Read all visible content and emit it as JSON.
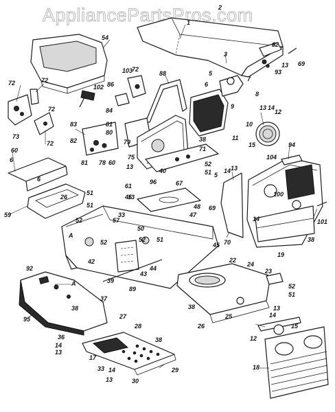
{
  "watermark": "AppliancePartsPros.com",
  "callouts": [
    {
      "id": "c1",
      "text": "1"
    },
    {
      "id": "c2",
      "text": "2"
    },
    {
      "id": "c3",
      "text": "3"
    },
    {
      "id": "c5a",
      "text": "5"
    },
    {
      "id": "c6a",
      "text": "6"
    },
    {
      "id": "c7",
      "text": "7"
    },
    {
      "id": "c8",
      "text": "8"
    },
    {
      "id": "c9",
      "text": "9"
    },
    {
      "id": "c62",
      "text": "62"
    },
    {
      "id": "c13a",
      "text": "13"
    },
    {
      "id": "c93",
      "text": "93"
    },
    {
      "id": "c69",
      "text": "69"
    },
    {
      "id": "c54",
      "text": "54"
    },
    {
      "id": "c88",
      "text": "88"
    },
    {
      "id": "c103",
      "text": "103"
    },
    {
      "id": "c72a",
      "text": "72"
    },
    {
      "id": "c86",
      "text": "86"
    },
    {
      "id": "c102",
      "text": "102"
    },
    {
      "id": "c72b",
      "text": "72"
    },
    {
      "id": "c72c",
      "text": "72"
    },
    {
      "id": "c73",
      "text": "73"
    },
    {
      "id": "c72d",
      "text": "72"
    },
    {
      "id": "c72e",
      "text": "72"
    },
    {
      "id": "c84",
      "text": "84"
    },
    {
      "id": "c83",
      "text": "83"
    },
    {
      "id": "c81a",
      "text": "81"
    },
    {
      "id": "c80",
      "text": "80"
    },
    {
      "id": "c82",
      "text": "82"
    },
    {
      "id": "c79",
      "text": "79"
    },
    {
      "id": "c81b",
      "text": "81"
    },
    {
      "id": "c78",
      "text": "78"
    },
    {
      "id": "c60b",
      "text": "60"
    },
    {
      "id": "c60",
      "text": "60"
    },
    {
      "id": "c6b",
      "text": "6"
    },
    {
      "id": "c6c",
      "text": "6"
    },
    {
      "id": "c26a",
      "text": "26"
    },
    {
      "id": "c51a",
      "text": "51"
    },
    {
      "id": "c59",
      "text": "59"
    },
    {
      "id": "c51b",
      "text": "51"
    },
    {
      "id": "c13b",
      "text": "13"
    },
    {
      "id": "c14a",
      "text": "14"
    },
    {
      "id": "c12a",
      "text": "12"
    },
    {
      "id": "c10",
      "text": "10"
    },
    {
      "id": "c11",
      "text": "11"
    },
    {
      "id": "c15a",
      "text": "15"
    },
    {
      "id": "c38a",
      "text": "38"
    },
    {
      "id": "c71",
      "text": "71"
    },
    {
      "id": "c75",
      "text": "75"
    },
    {
      "id": "c13c",
      "text": "13"
    },
    {
      "id": "c52a",
      "text": "52"
    },
    {
      "id": "c51c",
      "text": "51"
    },
    {
      "id": "c40",
      "text": "40"
    },
    {
      "id": "c94",
      "text": "94"
    },
    {
      "id": "c104",
      "text": "104"
    },
    {
      "id": "c5b",
      "text": "5"
    },
    {
      "id": "c14b",
      "text": "14"
    },
    {
      "id": "c13d",
      "text": "13"
    },
    {
      "id": "c61",
      "text": "61"
    },
    {
      "id": "c96",
      "text": "96"
    },
    {
      "id": "c67",
      "text": "67"
    },
    {
      "id": "c13e",
      "text": "13"
    },
    {
      "id": "c46",
      "text": "46"
    },
    {
      "id": "c48",
      "text": "48"
    },
    {
      "id": "c47",
      "text": "47"
    },
    {
      "id": "c69b",
      "text": "69"
    },
    {
      "id": "c100",
      "text": "100"
    },
    {
      "id": "c14c",
      "text": "14"
    },
    {
      "id": "c101",
      "text": "101"
    },
    {
      "id": "c70",
      "text": "70"
    },
    {
      "id": "c38b",
      "text": "38"
    },
    {
      "id": "c19",
      "text": "19"
    },
    {
      "id": "c52b",
      "text": "52"
    },
    {
      "id": "c57",
      "text": "57"
    },
    {
      "id": "c33a",
      "text": "33"
    },
    {
      "id": "c50",
      "text": "50"
    },
    {
      "id": "c52c",
      "text": "52"
    },
    {
      "id": "c51d",
      "text": "51"
    },
    {
      "id": "cA1",
      "text": "A"
    },
    {
      "id": "c52d",
      "text": "52"
    },
    {
      "id": "c45",
      "text": "45"
    },
    {
      "id": "c42",
      "text": "42"
    },
    {
      "id": "c44",
      "text": "44"
    },
    {
      "id": "c43",
      "text": "43"
    },
    {
      "id": "c39",
      "text": "39"
    },
    {
      "id": "c89",
      "text": "89"
    },
    {
      "id": "c22",
      "text": "22"
    },
    {
      "id": "c24",
      "text": "24"
    },
    {
      "id": "c23",
      "text": "23"
    },
    {
      "id": "c52e",
      "text": "52"
    },
    {
      "id": "c51e",
      "text": "51"
    },
    {
      "id": "c92",
      "text": "92"
    },
    {
      "id": "cA2",
      "text": "A"
    },
    {
      "id": "c37",
      "text": "37"
    },
    {
      "id": "c38c",
      "text": "38"
    },
    {
      "id": "c95",
      "text": "95"
    },
    {
      "id": "c27",
      "text": "27"
    },
    {
      "id": "c38d",
      "text": "38"
    },
    {
      "id": "c25",
      "text": "25"
    },
    {
      "id": "c26b",
      "text": "26"
    },
    {
      "id": "c13f",
      "text": "13"
    },
    {
      "id": "c14d",
      "text": "14"
    },
    {
      "id": "c15b",
      "text": "15"
    },
    {
      "id": "c12b",
      "text": "12"
    },
    {
      "id": "c28",
      "text": "28"
    },
    {
      "id": "c36",
      "text": "36"
    },
    {
      "id": "c14e",
      "text": "14"
    },
    {
      "id": "c13g",
      "text": "13"
    },
    {
      "id": "c38e",
      "text": "38"
    },
    {
      "id": "c17",
      "text": "17"
    },
    {
      "id": "c33b",
      "text": "33"
    },
    {
      "id": "c14f",
      "text": "14"
    },
    {
      "id": "c13h",
      "text": "13"
    },
    {
      "id": "c30",
      "text": "30"
    },
    {
      "id": "c29",
      "text": "29"
    },
    {
      "id": "c18",
      "text": "18"
    }
  ]
}
